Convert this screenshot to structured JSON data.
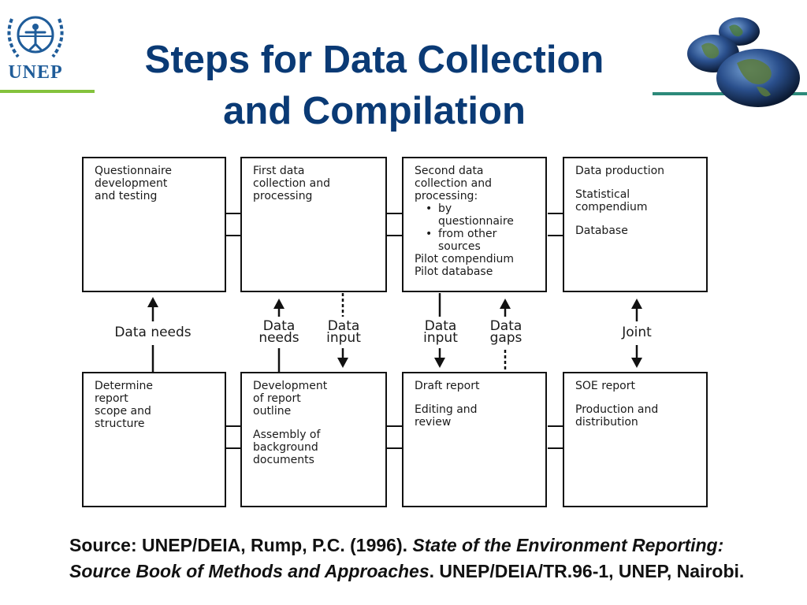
{
  "logo": {
    "text": "UNEP",
    "icon": "unep-emblem-icon",
    "color": "#1f5c99"
  },
  "globes": {
    "icon": "globes-icon"
  },
  "title": {
    "line1": "Steps for Data Collection",
    "line2": "and Compilation",
    "color": "#0a3a75"
  },
  "accent_color": "#84c23c",
  "accent_color_right": "#2d8a7a",
  "boxes": {
    "top": [
      {
        "lines": [
          "Questionnaire",
          "development",
          "and testing"
        ]
      },
      {
        "lines": [
          "First data",
          "collection and",
          "processing"
        ]
      },
      {
        "intro": [
          "Second data",
          "collection and",
          "processing:"
        ],
        "bullets": [
          [
            "by",
            "questionnaire"
          ],
          [
            "from other",
            "sources"
          ]
        ],
        "outro": [
          "Pilot compendium",
          "Pilot database"
        ]
      },
      {
        "groups": [
          [
            "Data production"
          ],
          [
            "Statistical",
            "compendium"
          ],
          [
            "Database"
          ]
        ]
      }
    ],
    "bottom": [
      {
        "lines": [
          "Determine",
          "report",
          "scope and",
          "structure"
        ]
      },
      {
        "groups": [
          [
            "Development",
            "of report",
            "outline"
          ],
          [
            "Assembly of",
            "background",
            "documents"
          ]
        ]
      },
      {
        "groups": [
          [
            "Draft report"
          ],
          [
            "Editing and",
            "review"
          ]
        ]
      },
      {
        "groups": [
          [
            "SOE report"
          ],
          [
            "Production and",
            "distribution"
          ]
        ]
      }
    ]
  },
  "flows": {
    "data_needs_1": "Data needs",
    "data_needs_2": [
      "Data",
      "needs"
    ],
    "data_input_1": [
      "Data",
      "input"
    ],
    "data_input_2": [
      "Data",
      "input"
    ],
    "data_gaps": [
      "Data",
      "gaps"
    ],
    "joint": "Joint"
  },
  "source": {
    "prefix": "Source: UNEP/DEIA, Rump, P.C. (1996). ",
    "title_italic": "State of the Environment Reporting: Source Book of Methods and Approaches",
    "suffix": ". UNEP/DEIA/TR.96-1, UNEP, Nairobi."
  }
}
